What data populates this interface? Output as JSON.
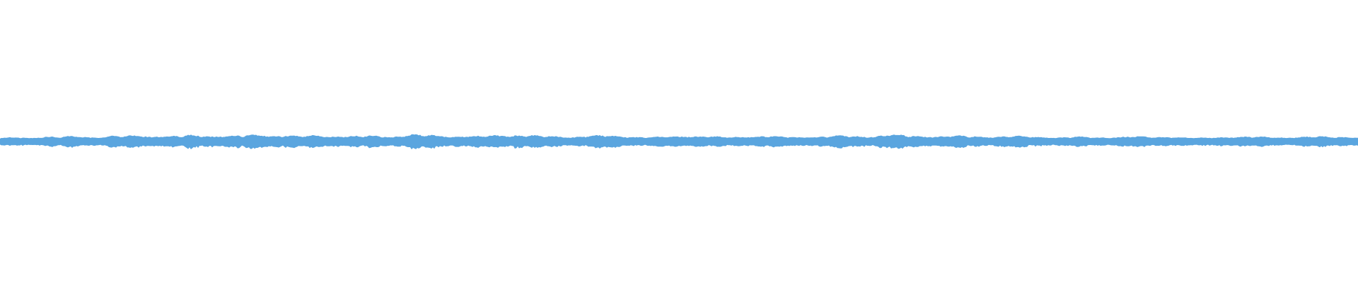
{
  "waveform": {
    "color": "#5aa5df",
    "background": "#ffffff",
    "amplitude_profile": [
      0.25,
      0.3,
      0.35,
      0.3,
      0.4,
      0.35,
      0.45,
      0.5,
      0.4,
      0.35,
      0.5,
      0.45,
      0.6,
      0.55,
      0.5,
      0.45,
      0.5,
      0.65,
      0.6,
      0.55,
      0.5,
      0.55,
      0.6,
      0.7,
      0.65,
      0.6,
      0.55,
      0.5,
      0.6,
      0.55,
      0.5,
      0.45,
      0.5,
      0.55,
      0.5,
      0.45,
      0.6,
      0.7,
      0.65,
      0.6,
      0.55,
      0.5,
      0.45,
      0.5,
      0.6,
      0.65,
      0.7,
      0.6,
      0.55,
      0.5,
      0.45,
      0.4,
      0.5,
      0.55,
      0.6,
      0.5,
      0.45,
      0.4,
      0.35,
      0.4,
      0.45,
      0.5,
      0.55,
      0.45,
      0.4,
      0.35,
      0.4,
      0.45,
      0.5,
      0.45,
      0.4,
      0.35,
      0.4,
      0.45,
      0.5,
      0.55,
      0.5,
      0.45,
      0.5,
      0.7,
      0.65,
      0.55,
      0.5,
      0.45,
      0.5,
      0.55,
      0.5,
      0.45,
      0.4,
      0.45,
      0.5,
      0.45,
      0.4,
      0.35,
      0.3,
      0.35,
      0.4,
      0.35,
      0.3,
      0.35,
      0.4,
      0.45,
      0.4,
      0.35,
      0.4,
      0.35,
      0.3,
      0.25,
      0.3,
      0.35,
      0.4,
      0.45,
      0.4,
      0.35,
      0.3,
      0.35,
      0.4,
      0.45,
      0.4,
      0.35,
      0.4,
      0.35
    ]
  }
}
